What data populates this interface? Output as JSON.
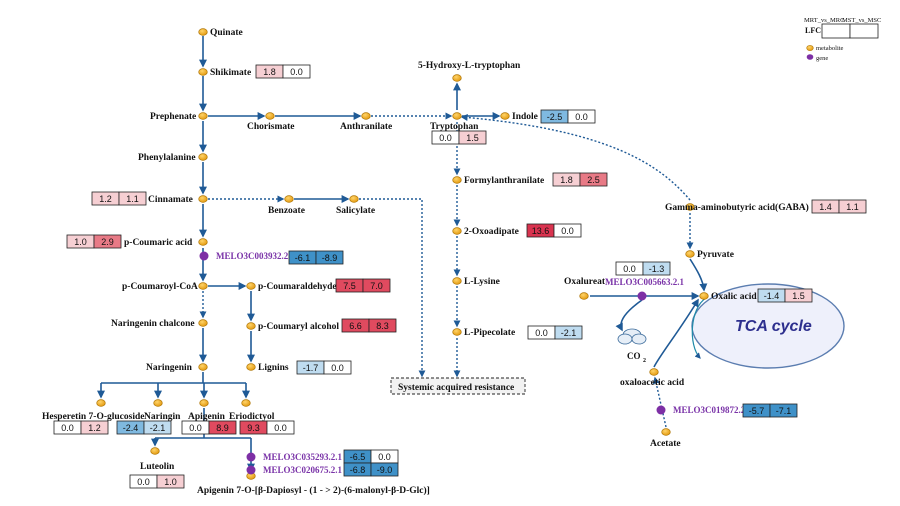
{
  "colors": {
    "arrow": "#1f5a96",
    "node_fill": "#f2a91c",
    "node_stroke": "#b0780a",
    "gene_fill": "#7d2fa5",
    "tca_fill": "#eef0fb",
    "tca_stroke": "#5b7db0"
  },
  "legend": {
    "col1": "MRT_vs_MRC",
    "col2": "MST_vs_MSC",
    "row": "LFC",
    "metabolite": "metabolite",
    "gene": "gene"
  },
  "tca": {
    "label": "TCA cycle",
    "co2": "CO",
    "co2_sub": "2"
  },
  "systemic": {
    "label": "Systemic acquired resistance"
  },
  "metabolites": [
    {
      "id": "quinate",
      "label": "Quinate"
    },
    {
      "id": "shikimate",
      "label": "Shikimate",
      "lfc": [
        1.8,
        0.0
      ]
    },
    {
      "id": "prephenate",
      "label": "Prephenate"
    },
    {
      "id": "chorismate",
      "label": "Chorismate"
    },
    {
      "id": "anthranilate",
      "label": "Anthranilate"
    },
    {
      "id": "tryptophan",
      "label": "Tryptophan",
      "lfc": [
        0.0,
        1.5
      ]
    },
    {
      "id": "hydroxytryptophan",
      "label": "5-Hydroxy-L-tryptophan"
    },
    {
      "id": "indole",
      "label": "Indole",
      "lfc": [
        -2.5,
        0.0
      ]
    },
    {
      "id": "phenylalanine",
      "label": "Phenylalanine"
    },
    {
      "id": "formylanthranilate",
      "label": "Formylanthranilate",
      "lfc": [
        1.8,
        2.5
      ]
    },
    {
      "id": "cinnamate",
      "label": "Cinnamate",
      "lfc": [
        1.2,
        1.1
      ]
    },
    {
      "id": "benzoate",
      "label": "Benzoate"
    },
    {
      "id": "salicylate",
      "label": "Salicylate"
    },
    {
      "id": "gaba",
      "label": "Gamma-aminobutyric acid(GABA)",
      "lfc": [
        1.4,
        1.1
      ]
    },
    {
      "id": "oxoadipate",
      "label": "2-Oxoadipate",
      "lfc": [
        13.6,
        0.0
      ]
    },
    {
      "id": "coumaric",
      "label": "p-Coumaric acid",
      "lfc": [
        1.0,
        2.9
      ]
    },
    {
      "id": "pyruvate",
      "label": "Pyruvate"
    },
    {
      "id": "coumaroylcoa",
      "label": "p-Coumaroyl-CoA"
    },
    {
      "id": "coumaraldehyde",
      "label": "p-Coumaraldehyde",
      "lfc": [
        7.5,
        7.0
      ]
    },
    {
      "id": "lysine",
      "label": "L-Lysine"
    },
    {
      "id": "oxalureat",
      "label": "Oxalureat"
    },
    {
      "id": "oxalic",
      "label": "Oxalic acid",
      "lfc": [
        -1.4,
        1.5
      ]
    },
    {
      "id": "naringeninchalcone",
      "label": "Naringenin chalcone"
    },
    {
      "id": "coumarylalcohol",
      "label": "p-Coumaryl alcohol",
      "lfc": [
        6.6,
        8.3
      ]
    },
    {
      "id": "pipecolate",
      "label": "L-Pipecolate",
      "lfc": [
        0.0,
        -2.1
      ]
    },
    {
      "id": "naringenin",
      "label": "Naringenin"
    },
    {
      "id": "lignins",
      "label": "Lignins",
      "lfc": [
        -1.7,
        0.0
      ]
    },
    {
      "id": "oxaloacetic",
      "label": "oxaloacetic acid"
    },
    {
      "id": "hesperetin",
      "label": "Hesperetin 7-O-glucoside",
      "lfc": [
        0.0,
        1.2
      ]
    },
    {
      "id": "naringin",
      "label": "Naringin",
      "lfc": [
        -2.4,
        -2.1
      ]
    },
    {
      "id": "apigenin",
      "label": "Apigenin",
      "lfc": [
        0.0,
        8.9
      ]
    },
    {
      "id": "eriodictyol",
      "label": "Eriodictyol",
      "lfc": [
        9.3,
        0.0
      ]
    },
    {
      "id": "luteolin",
      "label": "Luteolin",
      "lfc": [
        0.0,
        1.0
      ]
    },
    {
      "id": "apigenin7o",
      "label": "Apigenin 7-O-[β-Dapiosyl - (1 - > 2)-(6-malonyl-β-D-Glc)]"
    },
    {
      "id": "acetate",
      "label": "Acetate"
    }
  ],
  "genes": [
    {
      "id": "g1",
      "label": "MELO3C003932.2.1",
      "lfc": [
        -6.1,
        -8.9
      ]
    },
    {
      "id": "g2",
      "label": "MELO3C005663.2.1",
      "lfc": [
        0.0,
        -1.3
      ]
    },
    {
      "id": "g3",
      "label": "MELO3C019872.2.1",
      "lfc": [
        -5.7,
        -7.1
      ]
    },
    {
      "id": "g4",
      "label": "MELO3C035293.2.1",
      "lfc": [
        -6.5,
        0.0
      ]
    },
    {
      "id": "g5",
      "label": "MELO3C020675.2.1",
      "lfc": [
        -6.8,
        -9.0
      ]
    }
  ]
}
